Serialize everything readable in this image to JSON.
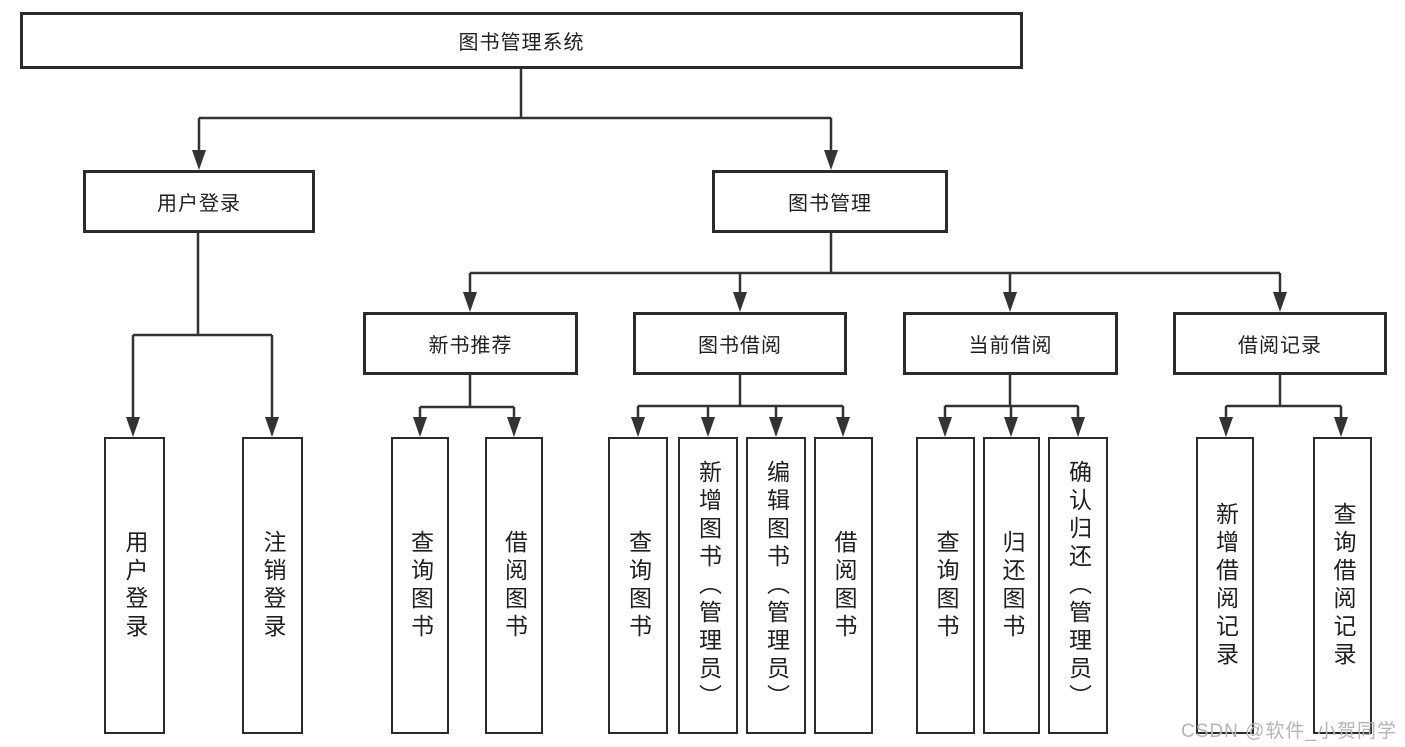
{
  "diagram": {
    "root": "图书管理系统",
    "branches": [
      {
        "label": "用户登录",
        "children": [
          "用户登录",
          "注销登录"
        ]
      },
      {
        "label": "图书管理",
        "groups": [
          {
            "label": "新书推荐",
            "children": [
              "查询图书",
              "借阅图书"
            ]
          },
          {
            "label": "图书借阅",
            "children": [
              "查询图书",
              "新增图书（管理员）",
              "编辑图书（管理员）",
              "借阅图书"
            ]
          },
          {
            "label": "当前借阅",
            "children": [
              "查询图书",
              "归还图书",
              "确认归还（管理员）"
            ]
          },
          {
            "label": "借阅记录",
            "children": [
              "新增借阅记录",
              "查询借阅记录"
            ]
          }
        ]
      }
    ]
  },
  "colors": {
    "line": "#333333",
    "border": "#2b2b2b",
    "text": "#1f1f1f",
    "watermark": "#b5b5b5"
  },
  "watermark": "CSDN @软件_小贺同学"
}
